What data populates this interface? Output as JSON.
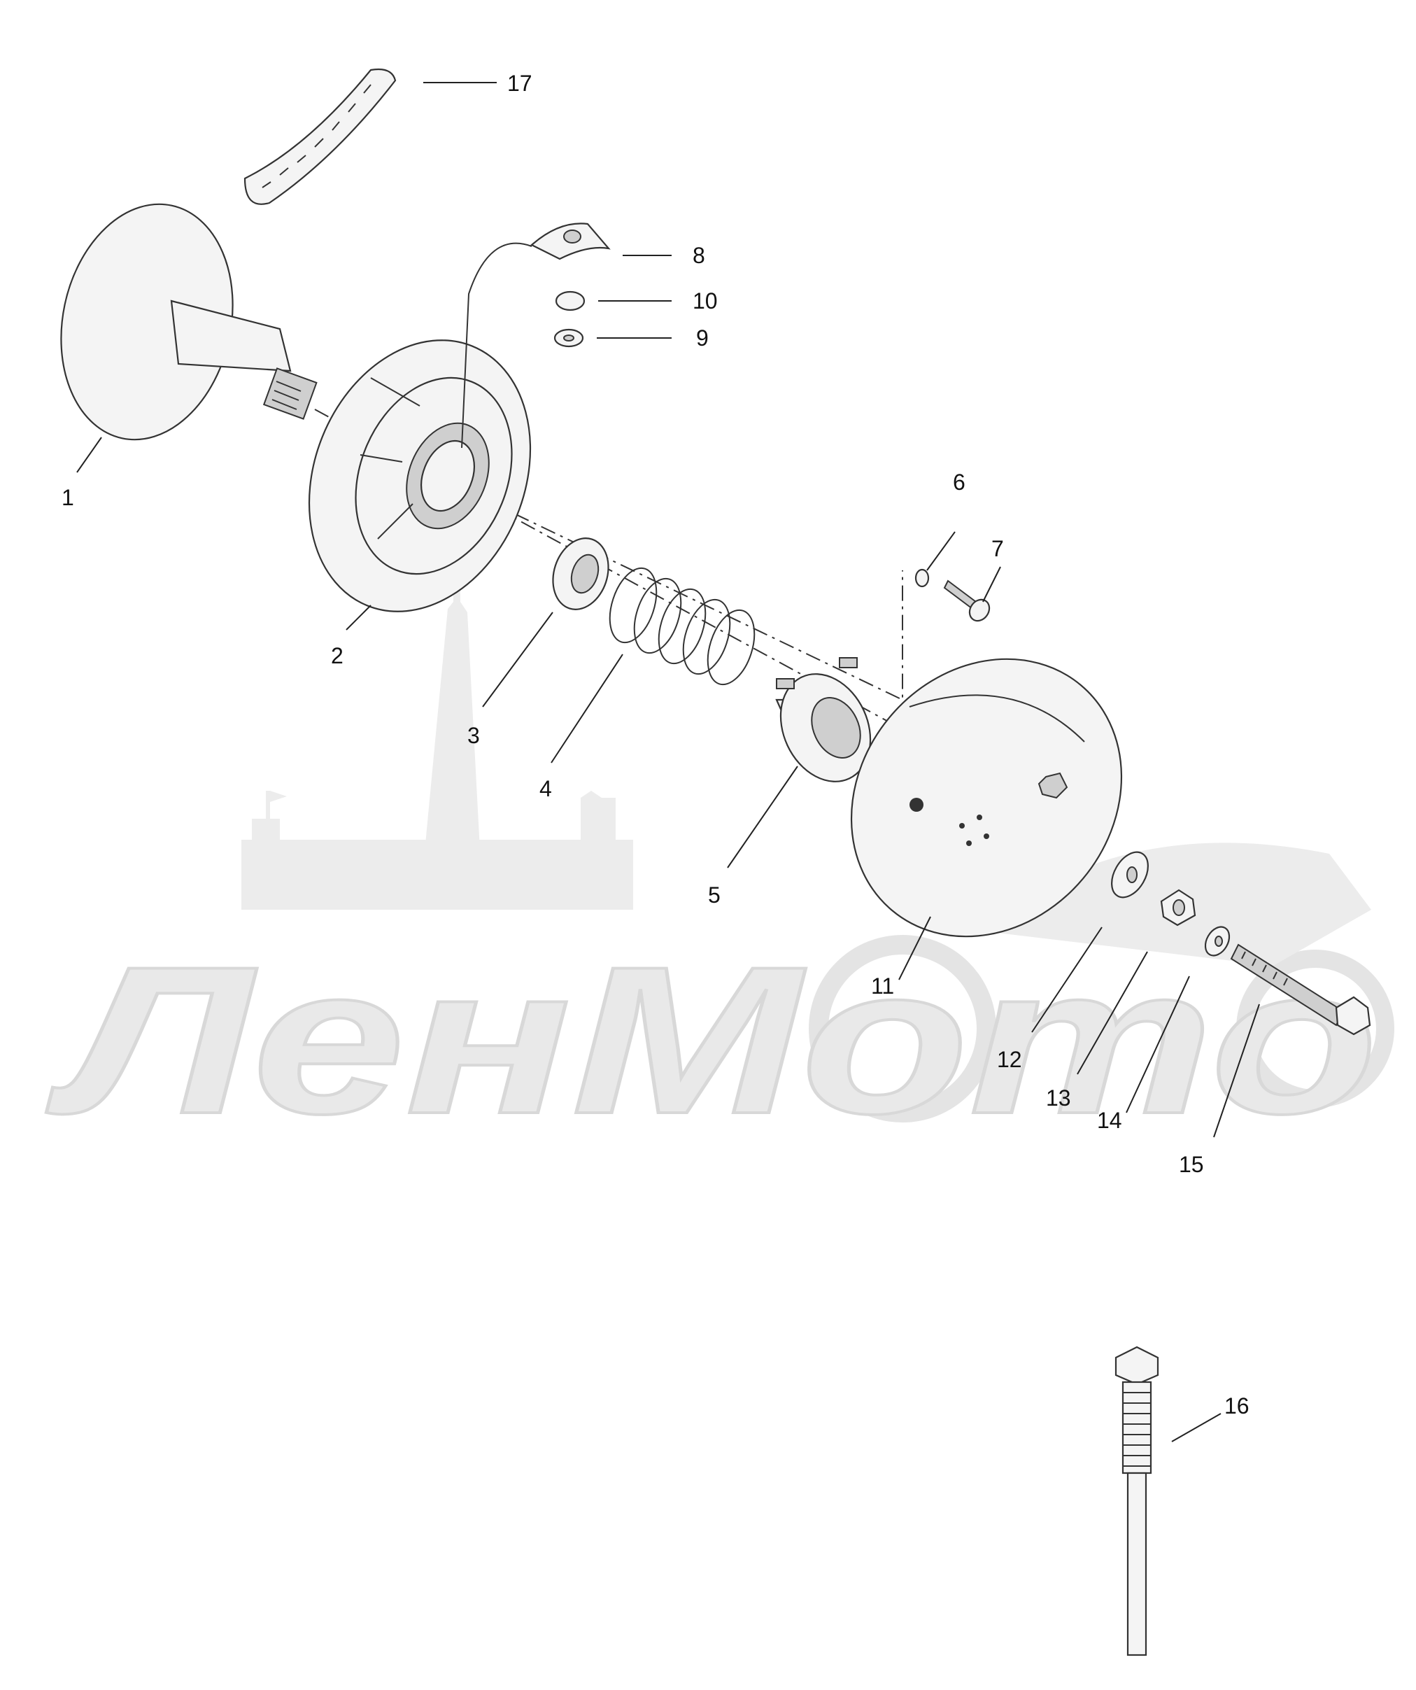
{
  "watermark": {
    "text": "ЛенМото"
  },
  "callouts": [
    "1",
    "2",
    "3",
    "4",
    "5",
    "6",
    "7",
    "8",
    "9",
    "10",
    "11",
    "12",
    "13",
    "14",
    "15",
    "16",
    "17"
  ]
}
